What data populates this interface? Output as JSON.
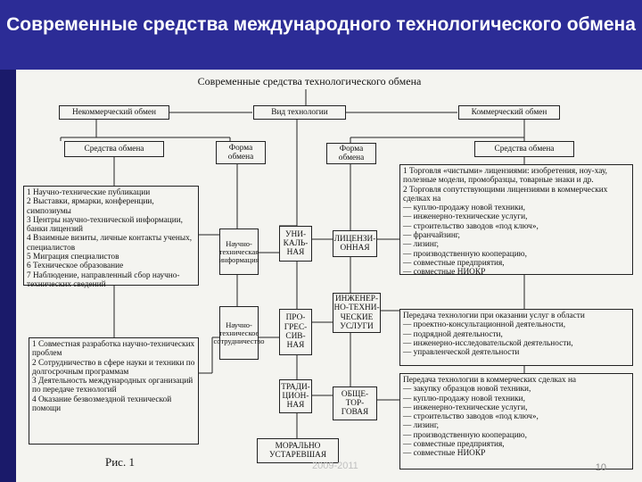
{
  "slide_title": "Современные средства международного технологического обмена",
  "diagram": {
    "main_title": "Современные средства технологического обмена",
    "noncommercial": "Некоммерческий обмен",
    "tech_type": "Вид технологии",
    "commercial": "Коммерческий обмен",
    "means_left": "Средства обмена",
    "form_left": "Форма обмена",
    "form_right": "Форма обмена",
    "means_right": "Средства обмена",
    "left_list_1": [
      "1 Научно-технические публикации",
      "2 Выставки, ярмарки, конференции, симпозиумы",
      "3 Центры научно-технической информации, банки лицензий",
      "4 Взаимные визиты, личные контакты ученых, специалистов",
      "5 Миграция специалистов",
      "6 Техническое образование",
      "7 Наблюдение, направленный сбор научно-технических сведений"
    ],
    "left_list_2": [
      "1 Совместная разработка научно-технических проблем",
      "2 Сотрудничество в сфере науки и техники по долгосрочным программам",
      "3 Деятельность международных организаций по передаче технологий",
      "4 Оказание безвозмездной технической помощи"
    ],
    "sci_info": "Научно-техническая информация",
    "sci_coop": "Научно-техническое сотрудничество",
    "unique": "УНИ-КАЛЬ-НАЯ",
    "progressive": "ПРО-ГРЕС-СИВ-НАЯ",
    "traditional": "ТРАДИ-ЦИОН-НАЯ",
    "obsolete": "МОРАЛЬНО УСТАРЕВШАЯ",
    "licensing": "ЛИЦЕНЗИ-ОННАЯ",
    "engineering": "ИНЖЕНЕР-НО-ТЕХНИ-ЧЕСКИЕ УСЛУГИ",
    "general_trade": "ОБЩЕ-ТОР-ГОВАЯ",
    "right_list_1": [
      "1 Торговля «чистыми» лицензиями: изобретения, ноу-хау, полезные модели, промобразцы, товарные знаки и др.",
      "2 Торговля сопутствующими лицензиями в коммерческих сделках на",
      "— куплю-продажу новой техники,",
      "— инженерно-технические услуги,",
      "— строительство заводов «под ключ»,",
      "— франчайзинг,",
      "— лизинг,",
      "— производственную кооперацию,",
      "— совместные предприятия,",
      "— совместные НИОКР"
    ],
    "right_list_2": [
      "Передача технологии при оказании услуг в области",
      "— проектно-консультационной деятельности,",
      "— подрядной деятельности,",
      "— инженерно-исследовательской деятельности,",
      "— управленческой деятельности"
    ],
    "right_list_3": [
      "Передача технологии в коммерческих сделках на",
      "— закупку образцов новой техники,",
      "— куплю-продажу новой техники,",
      "— инженерно-технические услуги,",
      "— строительство заводов «под ключ»,",
      "— лизинг,",
      "— производственную кооперацию,",
      "— совместные предприятия,",
      "— совместные НИОКР"
    ],
    "caption": "Рис. 1"
  },
  "watermark": "2009-2011",
  "page_number": "10"
}
